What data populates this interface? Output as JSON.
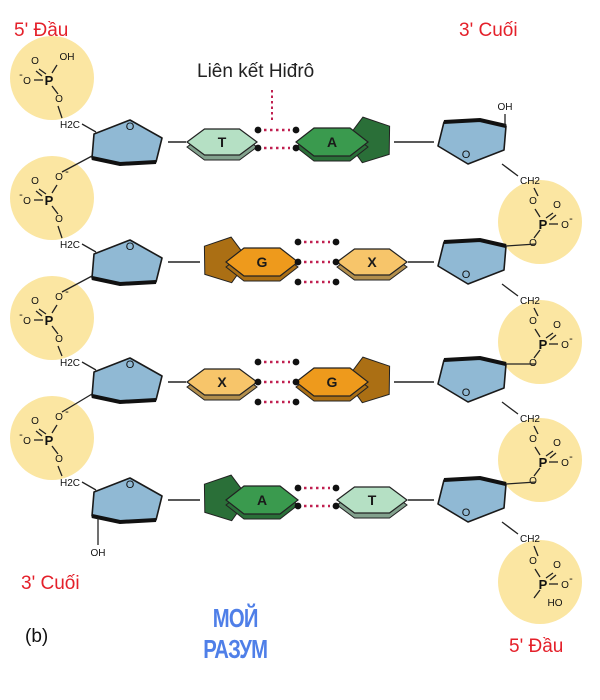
{
  "labels": {
    "top_left": "5' Đầu",
    "top_right": "3' Cuối",
    "bottom_left": "3' Cuối",
    "bottom_right": "5' Đầu",
    "hydrogen_bond": "Liên kết Hiđrô",
    "panel": "(b)"
  },
  "watermark": "МОЙ РАЗУМ",
  "chem": {
    "P": "P",
    "O": "O",
    "OH": "OH",
    "HO": "HO",
    "O_minus": "O-",
    "H2C": "H2C",
    "CH2": "CH2",
    "ring_O": "O"
  },
  "base_pairs": [
    {
      "left": "T",
      "right": "A",
      "left_kind": "pyrimidine",
      "right_kind": "purine",
      "left_color": "#b5e0c4",
      "right_color": "#3a9a4e"
    },
    {
      "left": "G",
      "right": "X",
      "left_kind": "purine",
      "right_kind": "pyrimidine",
      "left_color": "#ee9a1c",
      "right_color": "#f7c56a"
    },
    {
      "left": "X",
      "right": "G",
      "left_kind": "pyrimidine",
      "right_kind": "purine",
      "left_color": "#f7c56a",
      "right_color": "#ee9a1c"
    },
    {
      "left": "A",
      "right": "T",
      "left_kind": "purine",
      "right_kind": "pyrimidine",
      "left_color": "#3a9a4e",
      "right_color": "#b5e0c4"
    }
  ],
  "colors": {
    "label_red": "#e4202a",
    "phosphate_fill": "#fbe6a2",
    "sugar_fill": "#90b9d4",
    "hydrogen_bond": "#c02050",
    "watermark": "#4f7fe8"
  }
}
